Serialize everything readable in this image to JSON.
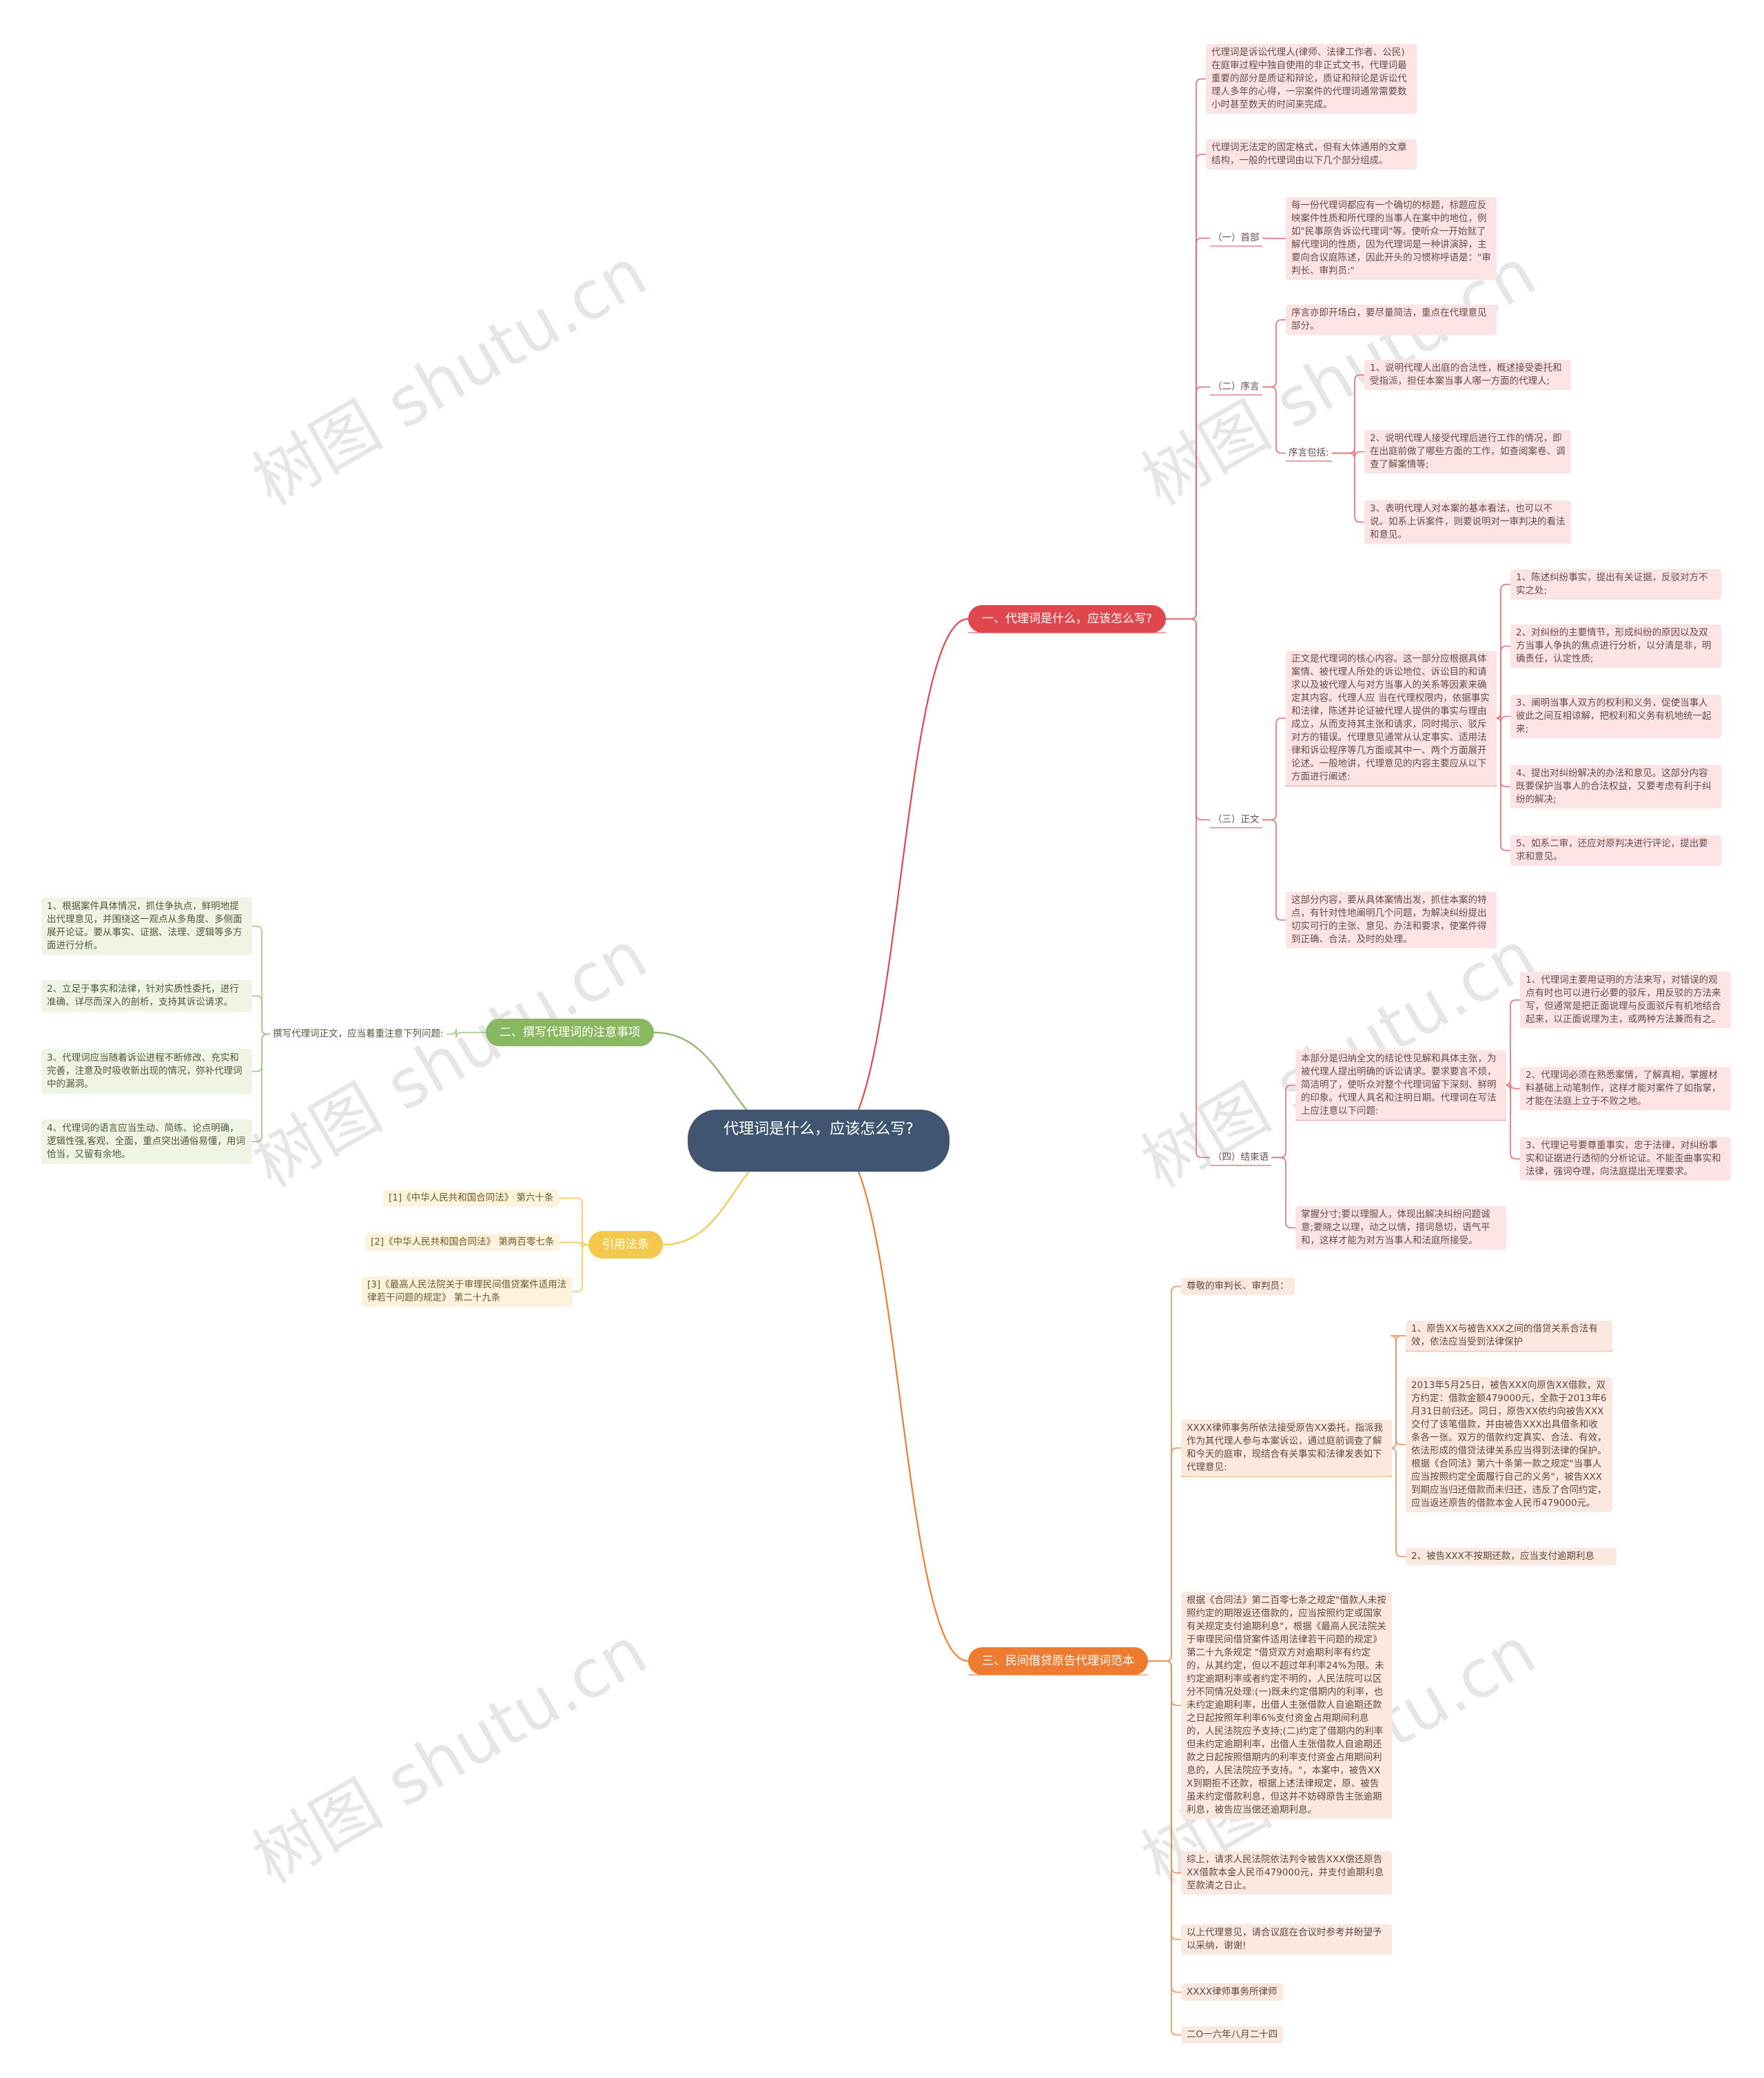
{
  "colors": {
    "root": "#3f5570",
    "branch1": "#e0474c",
    "branch2": "#8ab860",
    "branch3": "#f2c94c",
    "branch4": "#ee7b30"
  },
  "root": {
    "label": "代理词是什么，应该怎么写?"
  },
  "watermark": "树图 shutu.cn",
  "b1": {
    "label": "一、代理词是什么，应该怎么写?",
    "intro": "代理词是诉讼代理人(律师、法律工作者、公民)在庭审过程中独自使用的非正式文书，代理词最重要的部分是质证和辩论，质证和辩论是诉讼代理人多年的心得，一宗案件的代理词通常需要数小时甚至数天的时间来完成。",
    "format": "代理词无法定的固定格式，但有大体通用的文章结构，一般的代理词由以下几个部分组成。",
    "head_label": "（一）首部",
    "head_text": "每一份代理词都应有一个确切的标题，标题应反映案件性质和所代理的当事人在案中的地位，例如\"民事原告诉讼代理词\"等。使听众一开始就了解代理词的性质，因为代理词是一种讲演辞，主要向合议庭陈述，因此开头的习惯称呼语是：\"审判长、审判员:\"",
    "preface_label": "（二）序言",
    "preface_text": "序言亦即开场白，要尽量简洁，重点在代理意见部分。",
    "preface_inc_label": "序言包括:",
    "preface_items": [
      "1、说明代理人出庭的合法性，概述接受委托和受指派，担任本案当事人哪一方面的代理人;",
      "2、说明代理人接受代理后进行工作的情况，即在出庭前做了哪些方面的工作，如查阅案卷、调查了解案情等;",
      "3、表明代理人对本案的基本看法，也可以不说。如系上诉案件，则要说明对一审判决的看法和意见。"
    ],
    "body_label": "（三）正文",
    "body_text": "正文是代理词的核心内容。这一部分应根据具体案情、被代理人所处的诉讼地位、诉讼目的和请求以及被代理人与对方当事人的关系等因素来确定其内容。代理人应 当在代理权限内，依据事实和法律，陈述并论证被代理人提供的事实与理由成立，从而支持其主张和请求，同时揭示、驳斥对方的错误。代理意见通常从认定事实、适用法律和诉讼程序等几方面或其中一、两个方面展开论述。一般地讲，代理意见的内容主要应从以下方面进行阐述:",
    "body_items": [
      "1、陈述纠纷事实，提出有关证据，反驳对方不实之处;",
      "2、对纠纷的主要情节，形成纠纷的原因以及双方当事人争执的焦点进行分析，以分清是非，明确责任，认定性质;",
      "3、阐明当事人双方的权利和义务，促使当事人彼此之间互相谅解，把权利和义务有机地统一起来;",
      "4、提出对纠纷解决的办法和意见。这部分内容既要保护当事人的合法权益，又要考虑有利于纠纷的解决;",
      "5、如系二审，还应对原判决进行评论，提出要求和意见。"
    ],
    "body_text2": "这部分内容，要从具体案情出发，抓住本案的特点，有针对性地阐明几个问题，为解决纠纷提出切实可行的主张、意见、办法和要求，使案件得到正确、合法、及时的处理。",
    "end_label": "（四）结束语",
    "end_text": "本部分是归纳全文的结论性见解和具体主张，为被代理人提出明确的诉讼请求。要求要言不烦，简洁明了，使听众对整个代理词留下深刻、鲜明的印象。代理人具名和注明日期。代理词在写法上应注意以下问题:",
    "end_items": [
      "1、代理词主要用证明的方法来写，对错误的观点有时也可以进行必要的驳斥，用反驳的方法来写，但通常是把正面说理与反面驳斥有机地结合起来，以正面说理为主，或两种方法兼而有之。",
      "2、代理词必须在熟悉案情，了解真相，掌握材料基础上动笔制作，这样才能对案件了如指掌，才能在法庭上立于不败之地。",
      "3、代理记号要尊重事实，忠于法律，对纠纷事实和证据进行透彻的分析论证。不能歪曲事实和法律，强词夺理，向法庭提出无理要求。"
    ],
    "end_text2": "掌握分寸;要以理服人，体现出解决纠纷问题诚意;要晓之以理，动之以情，措词恳切，语气平和，这样才能为对方当事人和法庭所接受。"
  },
  "b2": {
    "label": "二、撰写代理词的注意事项",
    "sub": "撰写代理词正文，应当着重注意下列问题:",
    "items": [
      "1、根据案件具体情况，抓住争执点，鲜明地提出代理意见，并围绕这一观点从多角度、多侧面展开论证。要从事实、证据、法理、逻辑等多方面进行分析。",
      "2、立足于事实和法律，针对实质性委托，进行准确、详尽而深入的剖析，支持其诉讼请求。",
      "3、代理词应当随着诉讼进程不断修改、充实和完善，注意及时吸收新出现的情况，弥补代理词中的漏洞。",
      "4、代理词的语言应当生动、简练、论点明确，逻辑性强,客观、全面，重点突出通俗易懂，用词恰当，又留有余地。"
    ]
  },
  "b3": {
    "label": "引用法条",
    "items": [
      "[1]《中华人民共和国合同法》 第六十条",
      "[2]《中华人民共和国合同法》 第两百零七条",
      "[3]《最高人民法院关于审理民间借贷案件适用法律若干问题的规定》 第二十九条"
    ]
  },
  "b4": {
    "label": "三、民间借贷原告代理词范本",
    "greeting": "尊敬的审判长、审判员：",
    "intro": "XXXX律师事务所依法接受原告XX委托，指派我作为其代理人参与本案诉讼，通过庭前调查了解和今天的庭审，现结合有关事实和法律发表如下代理意见:",
    "sub1": "1、原告XX与被告XXX之间的借贷关系合法有效，依法应当受到法律保护",
    "sub1_text": "2013年5月25日，被告XXX向原告XX借款，双方约定：借款金额479000元，全款于2013年6月31日前归还。同日，原告XX依约向被告XXX交付了该笔借款，并由被告XXX出具借条和收条各一张。双方的借款约定真实、合法、有效，依法形成的借贷法律关系应当得到法律的保护。根据《合同法》第六十条第一款之规定\"当事人应当按照约定全面履行自己的义务\"，被告XXX到期应当归还借款而未归还，违反了合同约定，应当返还原告的借款本金人民币479000元。",
    "sub2": "2、被告XXX不按期还款，应当支付逾期利息",
    "law_text": "根据《合同法》第二百零七条之规定\"借款人未按照约定的期限返还借款的，应当按照约定或国家有关规定支付逾期利息\"，根据《最高人民法院关于审理民间借贷案件适用法律若干问题的规定》第二十九条规定 \"借贷双方对逾期利率有约定的，从其约定，但以不超过年利率24%为限。未约定逾期利率或者约定不明的，人民法院可以区分不同情况处理:(一)既未约定借期内的利率，也未约定逾期利率，出借人主张借款人自逾期还款之日起按照年利率6%支付资金占用期间利息的，人民法院应予支持;(二)约定了借期内的利率但未约定逾期利率，出借人主张借款人自逾期还款之日起按照借期内的利率支付资金占用期间利息的，人民法院应予支持。\"，本案中，被告XXX到期拒不还款，根据上述法律规定，原、被告虽未约定借款利息，但这并不妨碍原告主张逾期利息，被告应当偿还逾期利息。",
    "conclusion": "综上，请求人民法院依法判令被告XXX偿还原告XX借款本金人民币479000元，并支付逾期利息至款清之日止。",
    "closing": "以上代理意见，请合议庭在合议时参考并盼望予以采纳，谢谢!",
    "firm": "XXXX律师事务所律师",
    "date": "二O一六年八月二十四"
  }
}
